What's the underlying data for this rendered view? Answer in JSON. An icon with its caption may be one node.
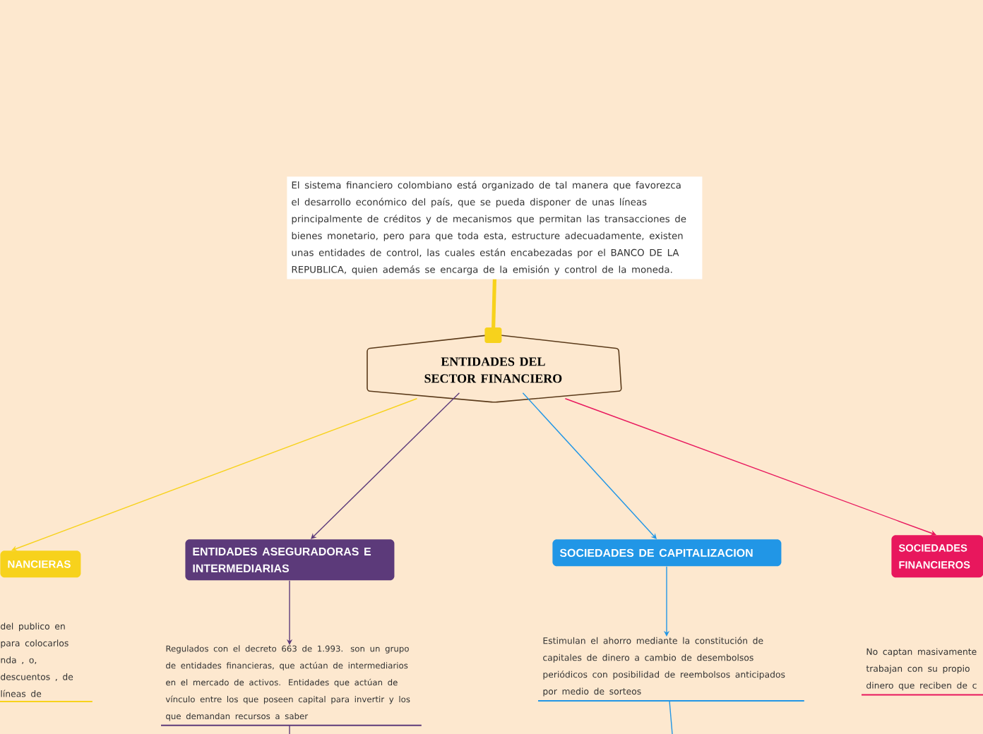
{
  "diagram": {
    "nodes": [
      {
        "text": [
          "El sistema financiero colombiano está organizado de tal manera que favorezca el desarrollo económico del país, que se pueda disponer de unas líneas principalmente de créditos y de mecanismos que permitan las transacciones de bienes monetario, pero para que toda esta, estructure adecuadamente, existen unas entidades de control, las cuales están encabezadas por el BANCO DE LA REPUBLICA, quien además se encarga de la emisión y control de la moneda."
        ]
      },
      {
        "text": [
          "ENTIDADES DEL SECTOR FINANCIERO"
        ]
      },
      {
        "text": [
          "NANCIERAS"
        ]
      },
      {
        "text": [
          "del publico en para colocarlos nda , o, descuentos , de líneas de"
        ]
      },
      {
        "text": [
          "ENTIDADES ASEGURADORAS E INTERMEDIARIAS"
        ]
      },
      {
        "text": [
          "Regulados con el decreto 663 de 1.993. son un grupo de entidades  financieras, que actúan de intermediarios en el mercado de activos. Entidades que actúan de vínculo entre los que poseen capital para invertir y los que demandan recursos a saber"
        ]
      },
      {
        "text": [
          "SOCIEDADES DE CAPITALIZACION"
        ]
      },
      {
        "text": [
          "Estimulan el ahorro mediante la constitución de capitales de dinero a cambio de desembolsos periódicos con posibilidad de reembolsos anticipados por medio de sorteos"
        ]
      },
      {
        "text": [
          "SOCIEDADES FINANCIEROS"
        ]
      },
      {
        "text": [
          "No captan masivamente trabajan con su propio dinero que reciben de c"
        ]
      }
    ],
    "edges": [
      {
        "from": 0,
        "to": 1,
        "arrow": "other",
        "style": "thick",
        "color": "#f7d21c"
      },
      {
        "from": 1,
        "to": 2,
        "arrow": "to",
        "color": "#f7d21c"
      },
      {
        "from": 1,
        "to": 4,
        "arrow": "to",
        "color": "#5c3a7a"
      },
      {
        "from": 1,
        "to": 6,
        "arrow": "to",
        "color": "#2196e6"
      },
      {
        "from": 1,
        "to": 8,
        "arrow": "to",
        "color": "#e8175d"
      },
      {
        "from": 4,
        "to": 5,
        "arrow": "to",
        "color": "#5c3a7a"
      },
      {
        "from": 6,
        "to": 7,
        "arrow": "to",
        "color": "#2196e6"
      },
      {
        "from": 5,
        "to": null,
        "arrow": "none",
        "color": "#5c3a7a"
      },
      {
        "from": 7,
        "to": null,
        "arrow": "none",
        "color": "#2196e6"
      }
    ]
  }
}
